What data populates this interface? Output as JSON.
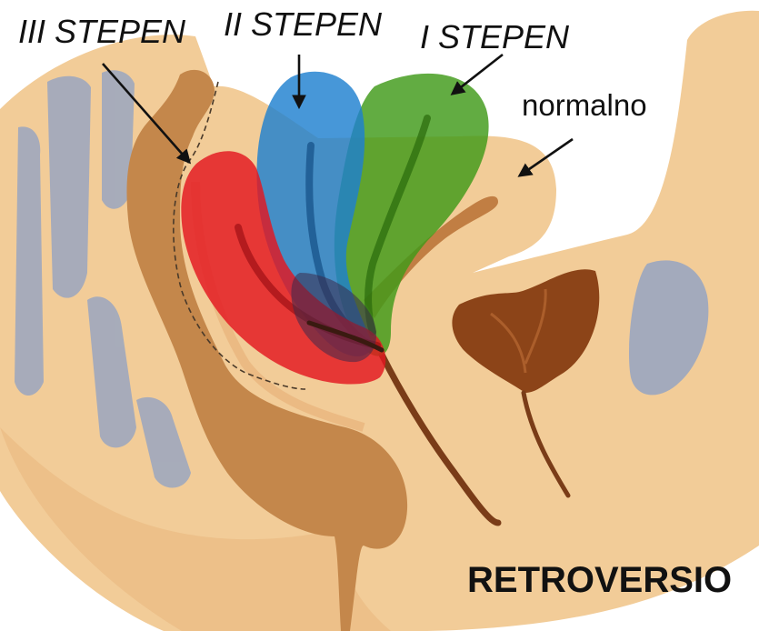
{
  "labels": {
    "grade3": "III STEPEN",
    "grade2": "II STEPEN",
    "grade1": "I STEPEN",
    "normal": "normalno"
  },
  "title": "RETROVERSIO",
  "colors": {
    "background": "#ffffff",
    "tissue": "#f2cc98",
    "bowel": "#c4874b",
    "bladder": "#8c4418",
    "bone": "#9aa6c0",
    "uterus_normal": "#e1a874",
    "grade1": "#3f9a18",
    "grade2": "#1f80cf",
    "grade3": "#e31620",
    "arrow": "#111111",
    "text": "#111111"
  }
}
